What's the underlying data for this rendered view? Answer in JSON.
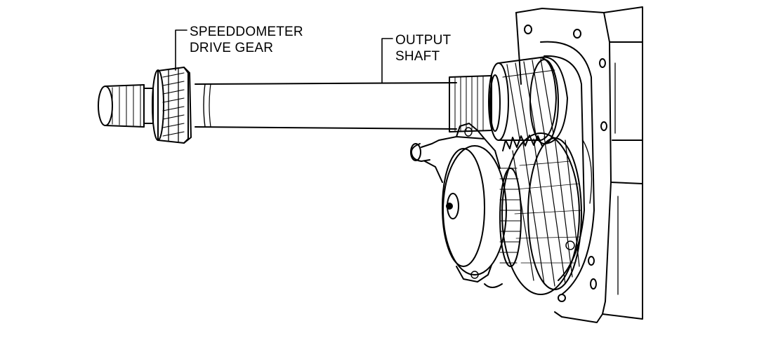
{
  "labels": {
    "speedometer_gear": {
      "line1": "SPEEDDOMETER",
      "line2": "DRIVE GEAR"
    },
    "output_shaft": {
      "line1": "OUTPUT",
      "line2": "SHAFT"
    }
  },
  "colors": {
    "ink": "#000000",
    "paper": "#ffffff"
  }
}
